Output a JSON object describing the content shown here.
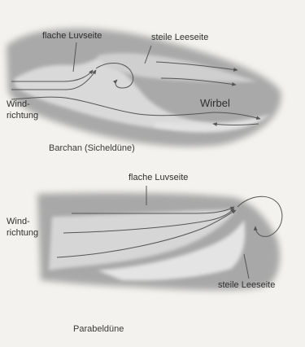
{
  "top": {
    "label_luv": "flache Luvseite",
    "label_lee": "steile Leeseite",
    "label_wind_1": "Wind-",
    "label_wind_2": "richtung",
    "label_wirbel": "Wirbel",
    "caption": "Barchan (Sicheldüne)"
  },
  "bottom": {
    "label_luv": "flache Luvseite",
    "label_wind_1": "Wind-",
    "label_wind_2": "richtung",
    "label_lee": "steile Leeseite",
    "caption": "Parabeldüne"
  },
  "colors": {
    "paper": "#f3f2ee",
    "sand_dark": "#9a9a9a",
    "sand_light": "#d6d6d6",
    "arrow": "#555555"
  }
}
